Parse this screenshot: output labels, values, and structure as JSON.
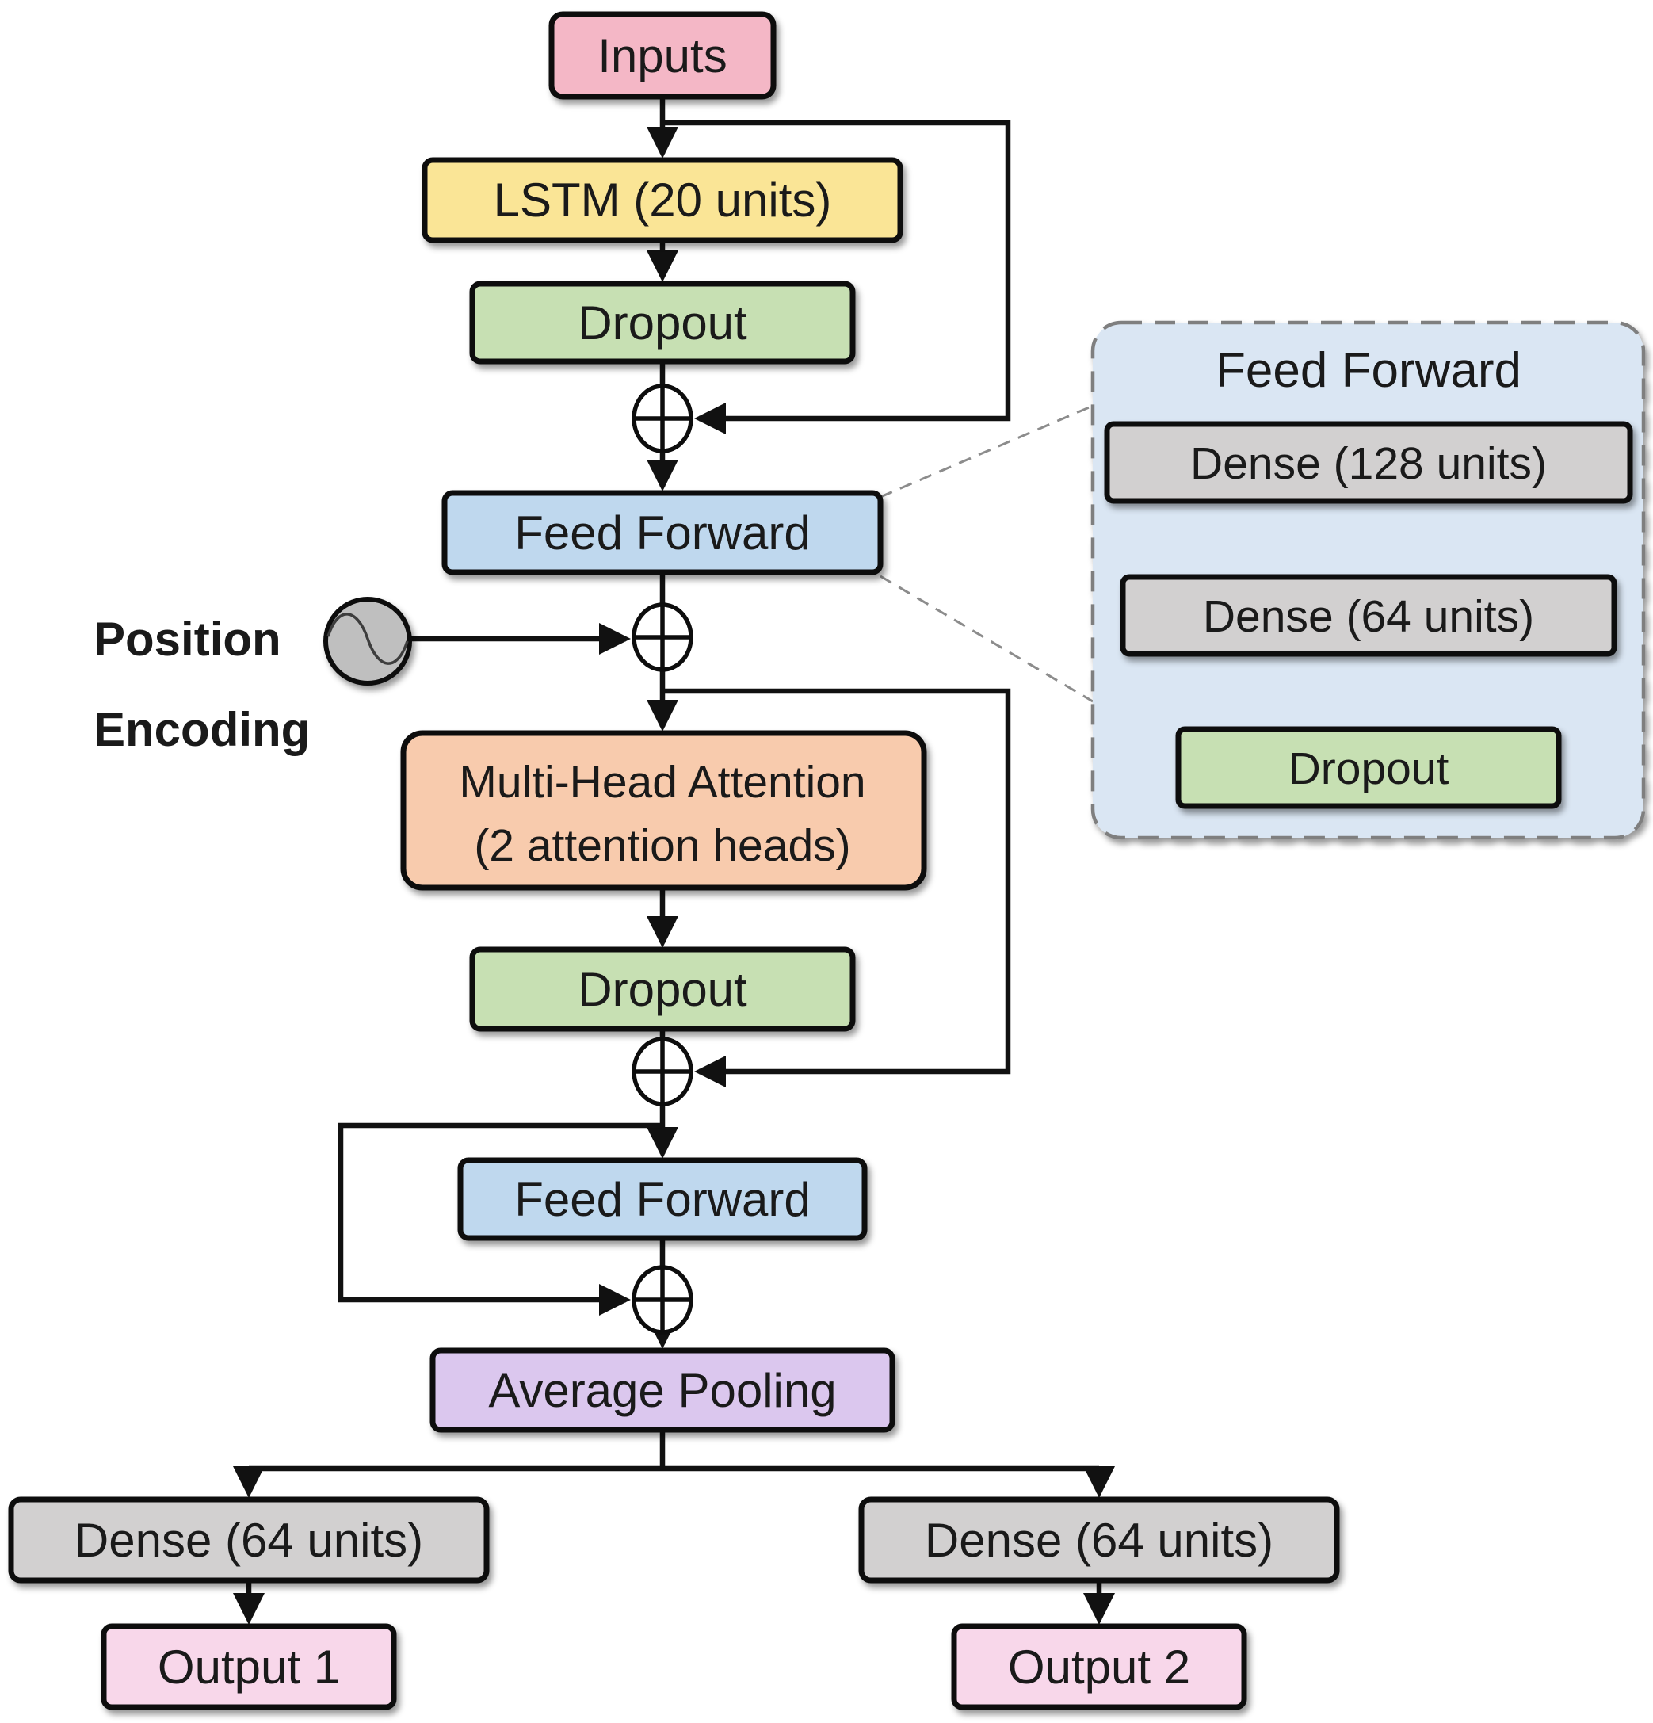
{
  "nodes": {
    "inputs": "Inputs",
    "lstm": "LSTM (20 units)",
    "dropout1": "Dropout",
    "feed_forward1": "Feed Forward",
    "multi_head_attention_line1": "Multi-Head Attention",
    "multi_head_attention_line2": "(2 attention heads)",
    "dropout2": "Dropout",
    "feed_forward2": "Feed Forward",
    "average_pooling": "Average Pooling",
    "dense_left": "Dense (64 units)",
    "dense_right": "Dense (64 units)",
    "output1": "Output 1",
    "output2": "Output 2"
  },
  "position_encoding": {
    "label_line1": "Position",
    "label_line2": "Encoding",
    "icon": "sine-wave-circle-icon"
  },
  "detail_panel": {
    "title": "Feed Forward",
    "dense128": "Dense (128 units)",
    "dense64": "Dense (64 units)",
    "dropout": "Dropout"
  },
  "icons": {
    "adder": "circled-plus-icon",
    "position_encoding": "sine-wave-circle-icon"
  },
  "colors": {
    "background": "#ffffff",
    "inputs": "#f4b7c6",
    "lstm": "#fae596",
    "dropout": "#c7e0b3",
    "feed_forward": "#bfd8ee",
    "attention": "#f8cbad",
    "pooling": "#dbc7ee",
    "dense": "#d2d0d0",
    "output": "#f8d7ea",
    "panel_bg": "#dae6f3",
    "panel_border": "#7f7f7f",
    "pe_circle": "#bfbfbf",
    "line": "#111111",
    "text": "#1a1a1a"
  }
}
